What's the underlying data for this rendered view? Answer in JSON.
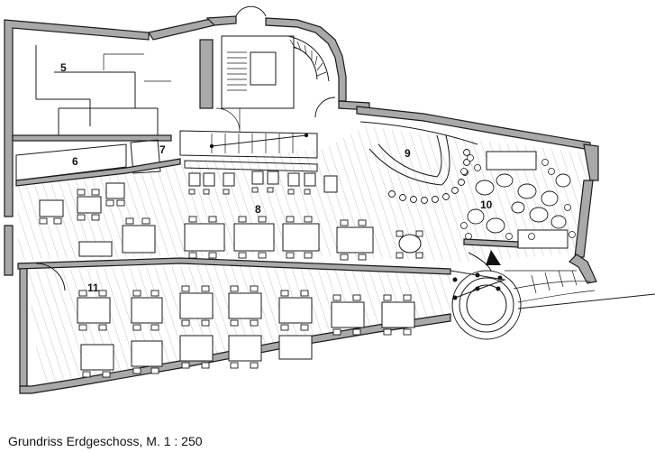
{
  "caption": "Grundriss Erdgeschoss, M. 1 : 250",
  "rooms": [
    "5",
    "6",
    "7",
    "8",
    "9",
    "10",
    "11"
  ],
  "colors": {
    "wall": "#a9a9a9",
    "ink": "#1a1a1a",
    "paper": "#ffffff"
  }
}
